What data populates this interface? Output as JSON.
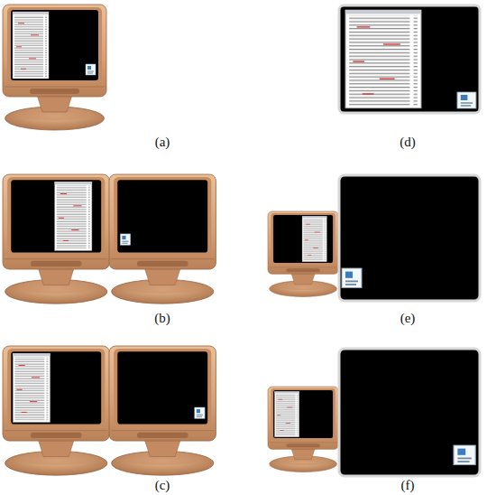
{
  "diagram": {
    "labels": [
      "(a)",
      "(d)",
      "(b)",
      "(e)",
      "(c)",
      "(f)"
    ]
  }
}
